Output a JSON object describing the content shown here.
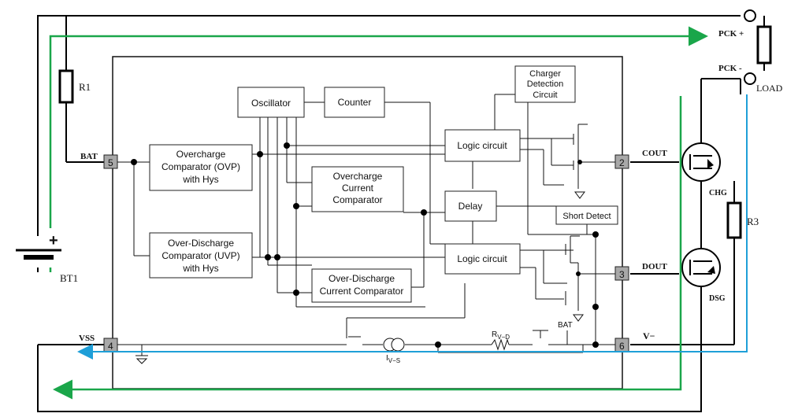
{
  "terminals": {
    "pck_plus": "PCK +",
    "pck_minus": "PCK -",
    "load": "LOAD"
  },
  "resistors": {
    "r1": "R1",
    "r3": "R3"
  },
  "battery": {
    "label": "BT1",
    "plus": "+"
  },
  "pins": {
    "bat": {
      "label": "BAT",
      "num": "5"
    },
    "vss": {
      "label": "VSS",
      "num": "4"
    },
    "cout": {
      "label": "COUT",
      "num": "2"
    },
    "dout": {
      "label": "DOUT",
      "num": "3"
    },
    "vminus": {
      "label": "V−",
      "num": "6"
    }
  },
  "blocks": {
    "oscillator": "Oscillator",
    "counter": "Counter",
    "charger_detect": [
      "Charger",
      "Detection",
      "Circuit"
    ],
    "ovp": [
      "Overcharge",
      "Comparator (OVP)",
      "with Hys"
    ],
    "uvp": [
      "Over-Discharge",
      "Comparator (UVP)",
      "with Hys"
    ],
    "oc": [
      "Overcharge",
      "Current",
      "Comparator"
    ],
    "odc": [
      "Over-Discharge",
      "Current Comparator"
    ],
    "logic1": "Logic circuit",
    "logic2": "Logic circuit",
    "delay": "Delay",
    "short_detect": "Short Detect"
  },
  "internal_labels": {
    "rvd": "R",
    "rvd_sub": "V−D",
    "ivs": "I",
    "ivs_sub": "V−S",
    "bat_small": "BAT"
  },
  "mosfets": {
    "chg": "CHG",
    "dsg": "DSG"
  },
  "colors": {
    "green_path": "#1aa64a",
    "blue_path": "#1e9fd8"
  }
}
